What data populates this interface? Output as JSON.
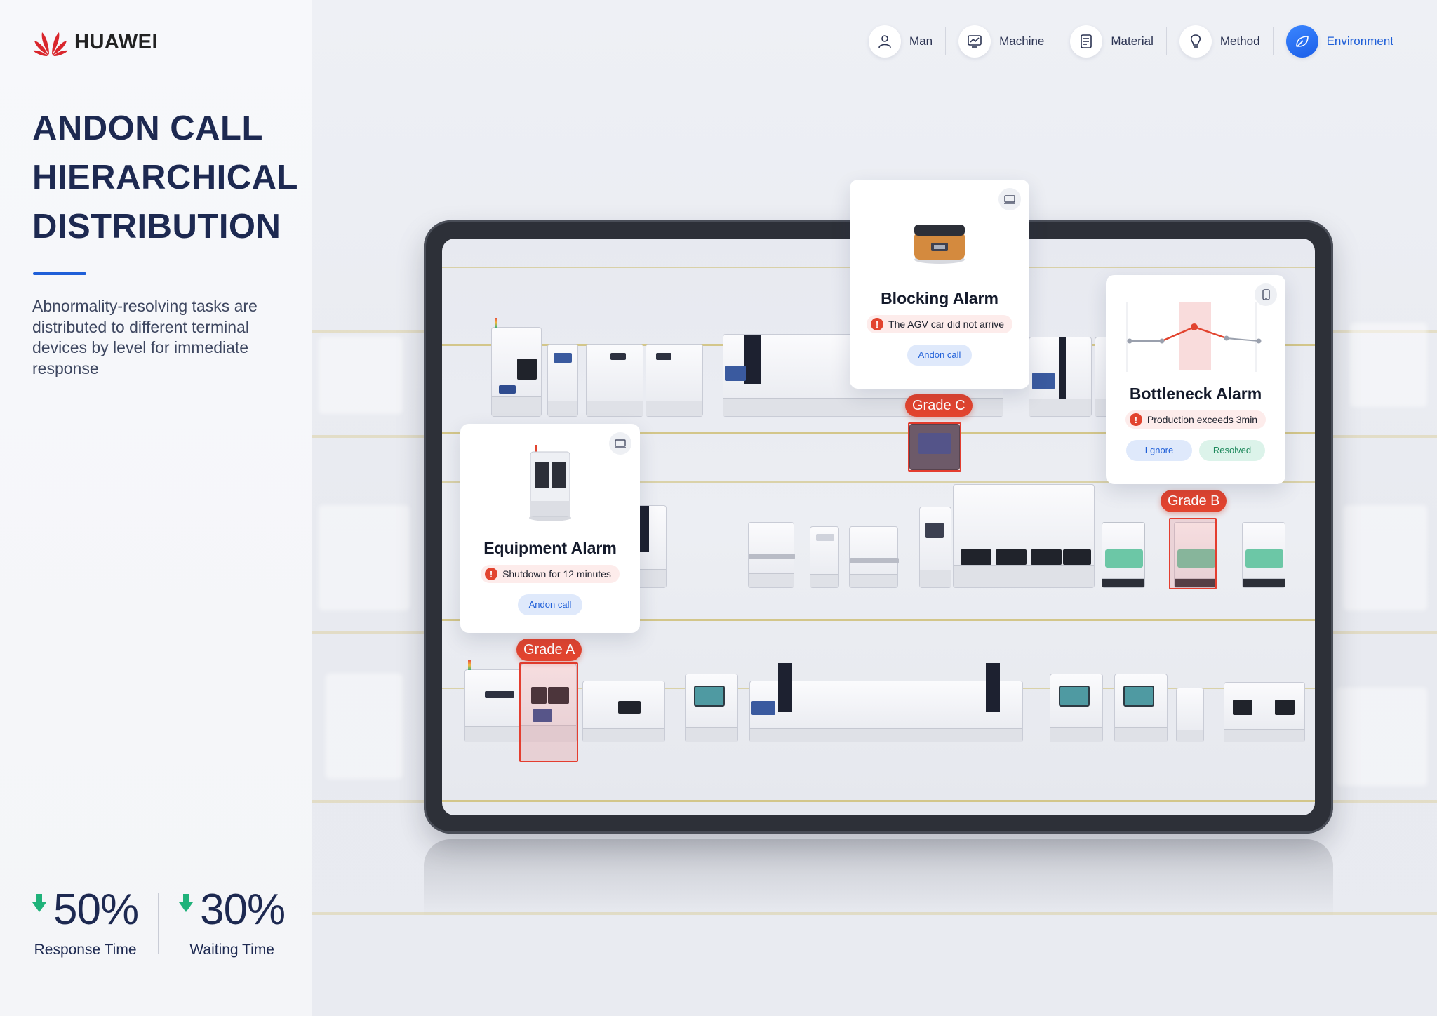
{
  "brand": {
    "name": "HUAWEI",
    "logo_color": "#d9262c"
  },
  "page": {
    "title_lines": [
      "ANDON CALL",
      "HIERARCHICAL",
      "DISTRIBUTION"
    ],
    "description": "Abnormality-resolving tasks are distributed to different terminal devices by level for immediate response",
    "accent_color": "#1f5fd8"
  },
  "stats": [
    {
      "value": "50%",
      "label": "Response Time",
      "icon": "down-arrow-icon",
      "icon_color": "#1fb27a"
    },
    {
      "value": "30%",
      "label": "Waiting Time",
      "icon": "down-arrow-icon",
      "icon_color": "#1fb27a"
    }
  ],
  "nav": {
    "items": [
      {
        "label": "Man",
        "icon": "person-icon",
        "active": false
      },
      {
        "label": "Machine",
        "icon": "monitor-chart-icon",
        "active": false
      },
      {
        "label": "Material",
        "icon": "document-icon",
        "active": false
      },
      {
        "label": "Method",
        "icon": "lightbulb-icon",
        "active": false
      },
      {
        "label": "Environment",
        "icon": "leaf-icon",
        "active": true
      }
    ]
  },
  "grades": {
    "a": "Grade A",
    "b": "Grade B",
    "c": "Grade C",
    "color": "#e2442f"
  },
  "cards": {
    "blocking": {
      "title": "Blocking Alarm",
      "alert": "The AGV car did not arrive",
      "button": "Andon call",
      "device": "laptop-icon"
    },
    "bottleneck": {
      "title": "Bottleneck Alarm",
      "alert": "Production exceeds 3min",
      "buttons": [
        "Lgnore",
        "Resolved"
      ],
      "device": "phone-icon"
    },
    "equipment": {
      "title": "Equipment Alarm",
      "alert": "Shutdown for 12 minutes",
      "button": "Andon call",
      "device": "laptop-icon"
    }
  }
}
